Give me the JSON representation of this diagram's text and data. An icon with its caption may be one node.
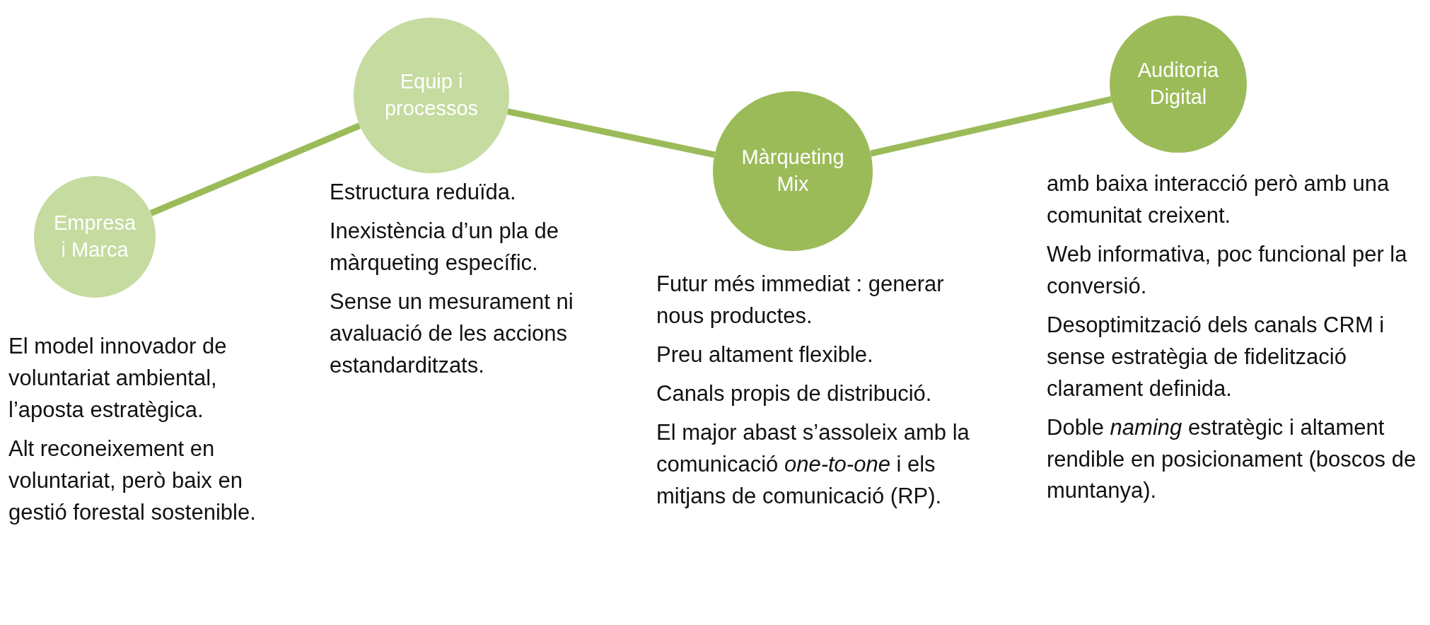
{
  "diagram": {
    "nodes": [
      {
        "text": [
          "Empresa i Marca"
        ],
        "beside": [
          "El model innovador de voluntariat ambiental, l’aposta estratègica.",
          "Alt reconeixement en voluntariat, però baix en gestió forestal sostenible."
        ]
      },
      {
        "text": [
          "Equip i processos"
        ],
        "beside": [
          "Estructura reduïda.",
          "Inexistència d’un pla de màrqueting específic.",
          "Sense un mesurament ni avaluació de les accions estandarditzats."
        ]
      },
      {
        "text": [
          "Màrqueting Mix"
        ],
        "beside": [
          "Futur més immediat : generar nous productes.",
          "Preu altament flexible.",
          "Canals propis de distribució.",
          "El major abast s’assoleix amb la comunicació *one-to-one* i els mitjans de comunicació (RP)."
        ]
      },
      {
        "text": [
          "Auditoria Digital"
        ],
        "beside": [
          "amb baixa interacció però amb una comunitat creixent.",
          "Web informativa, poc funcional per la conversió.",
          "Desoptimització dels canals CRM i sense estratègia de fidelització clarament definida.",
          "Doble *naming* estratègic i altament rendible en posicionament (boscos de muntanya)."
        ]
      }
    ],
    "edges": [
      {
        "from": 0,
        "to": 1,
        "arrow": "none"
      },
      {
        "from": 1,
        "to": 2,
        "arrow": "none"
      },
      {
        "from": 2,
        "to": 3,
        "arrow": "none"
      }
    ]
  }
}
